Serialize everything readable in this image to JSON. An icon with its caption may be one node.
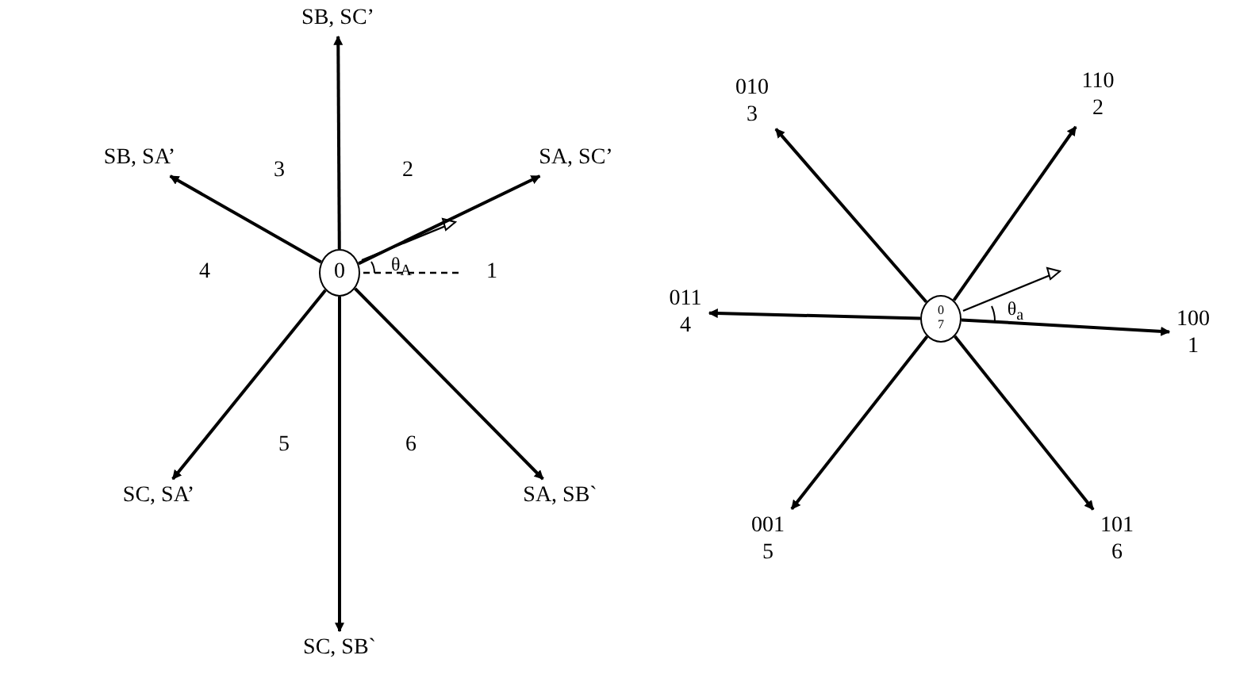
{
  "diagram": {
    "nodes": [
      {
        "text": [
          "0"
        ]
      },
      {
        "text": [
          "SB, SC’"
        ]
      },
      {
        "text": [
          "SB, SA’"
        ]
      },
      {
        "text": [
          "SA, SC’"
        ]
      },
      {
        "text": [
          "SC, SA’"
        ]
      },
      {
        "text": [
          "SA, SB`"
        ]
      },
      {
        "text": [
          "SC, SB`"
        ]
      },
      {
        "text": [
          "0",
          "7"
        ]
      },
      {
        "text": [
          "010",
          "3"
        ]
      },
      {
        "text": [
          "110",
          "2"
        ]
      },
      {
        "text": [
          "011",
          "4"
        ]
      },
      {
        "text": [
          "100",
          "1"
        ]
      },
      {
        "text": [
          "001",
          "5"
        ]
      },
      {
        "text": [
          "101",
          "6"
        ]
      }
    ],
    "edges": [
      {
        "from": 0,
        "to": 1,
        "arrow": "to"
      },
      {
        "from": 0,
        "to": 2,
        "arrow": "to"
      },
      {
        "from": 0,
        "to": 3,
        "arrow": "to"
      },
      {
        "from": 0,
        "to": 4,
        "arrow": "to"
      },
      {
        "from": 0,
        "to": 5,
        "arrow": "to"
      },
      {
        "from": 0,
        "to": 6,
        "arrow": "to"
      },
      {
        "from": 7,
        "to": 8,
        "arrow": "to"
      },
      {
        "from": 7,
        "to": 9,
        "arrow": "to"
      },
      {
        "from": 7,
        "to": 10,
        "arrow": "to"
      },
      {
        "from": 7,
        "to": 11,
        "arrow": "to"
      },
      {
        "from": 7,
        "to": 12,
        "arrow": "to"
      },
      {
        "from": 7,
        "to": 13,
        "arrow": "to"
      }
    ],
    "labels": [
      "3",
      "2",
      "4",
      "θ$_{A}$",
      "1",
      "5",
      "6",
      "θ$_{a}$"
    ]
  }
}
